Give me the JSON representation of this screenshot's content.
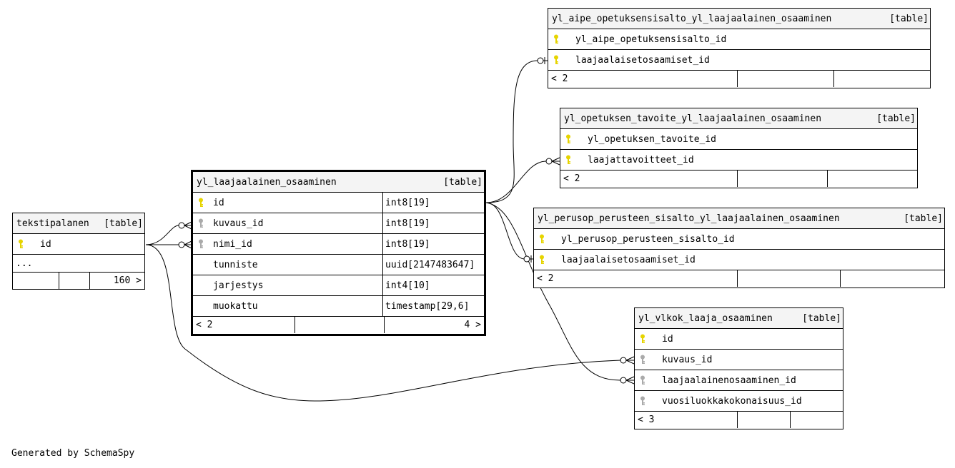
{
  "footer_text": "Generated by SchemaSpy",
  "colors": {
    "pk_key": "#e6d400",
    "fk_key": "#aaaaaa",
    "header_bg": "#f4f4f4"
  },
  "tables": {
    "main": {
      "name": "yl_laajaalainen_osaaminen",
      "kind": "[table]",
      "columns": [
        {
          "name": "id",
          "type": "int8[19]",
          "key": "pk"
        },
        {
          "name": "kuvaus_id",
          "type": "int8[19]",
          "key": "fk"
        },
        {
          "name": "nimi_id",
          "type": "int8[19]",
          "key": "fk"
        },
        {
          "name": "tunniste",
          "type": "uuid[2147483647]",
          "key": ""
        },
        {
          "name": "jarjestys",
          "type": "int4[10]",
          "key": ""
        },
        {
          "name": "muokattu",
          "type": "timestamp[29,6]",
          "key": ""
        }
      ],
      "footer": {
        "parents": "< 2",
        "children": "4 >"
      }
    },
    "tekstipalanen": {
      "name": "tekstipalanen",
      "kind": "[table]",
      "columns": [
        {
          "name": "id",
          "key": "pk"
        }
      ],
      "more": "...",
      "footer": {
        "parents": "",
        "children": "160 >"
      }
    },
    "aipe": {
      "name": "yl_aipe_opetuksensisalto_yl_laajaalainen_osaaminen",
      "kind": "[table]",
      "columns": [
        {
          "name": "yl_aipe_opetuksensisalto_id",
          "key": "pk"
        },
        {
          "name": "laajaalaisetosaamiset_id",
          "key": "pk"
        }
      ],
      "footer": {
        "parents": "< 2"
      }
    },
    "tavoite": {
      "name": "yl_opetuksen_tavoite_yl_laajaalainen_osaaminen",
      "kind": "[table]",
      "columns": [
        {
          "name": "yl_opetuksen_tavoite_id",
          "key": "pk"
        },
        {
          "name": "laajattavoitteet_id",
          "key": "pk"
        }
      ],
      "footer": {
        "parents": "< 2"
      }
    },
    "perusop": {
      "name": "yl_perusop_perusteen_sisalto_yl_laajaalainen_osaaminen",
      "kind": "[table]",
      "columns": [
        {
          "name": "yl_perusop_perusteen_sisalto_id",
          "key": "pk"
        },
        {
          "name": "laajaalaisetosaamiset_id",
          "key": "pk"
        }
      ],
      "footer": {
        "parents": "< 2"
      }
    },
    "vlkok": {
      "name": "yl_vlkok_laaja_osaaminen",
      "kind": "[table]",
      "columns": [
        {
          "name": "id",
          "key": "pk"
        },
        {
          "name": "kuvaus_id",
          "key": "fk"
        },
        {
          "name": "laajaalainenosaaminen_id",
          "key": "fk"
        },
        {
          "name": "vuosiluokkakokonaisuus_id",
          "key": "fk"
        }
      ],
      "footer": {
        "parents": "< 3"
      }
    }
  }
}
